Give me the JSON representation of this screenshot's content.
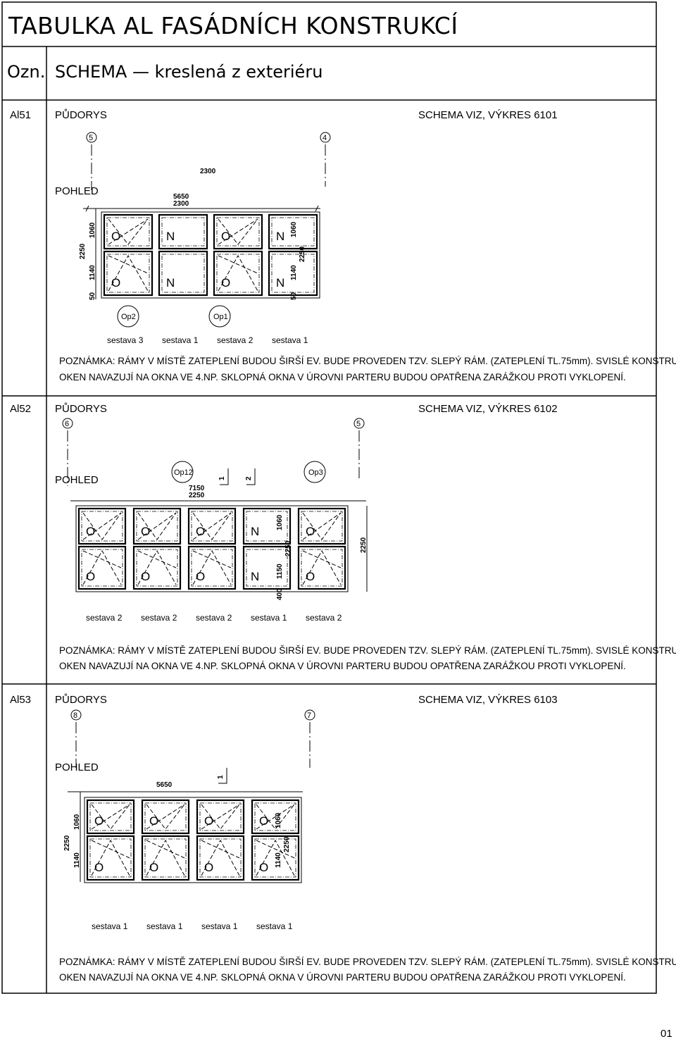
{
  "header": {
    "title": "TABULKA AL FASÁDNÍCH KONSTRUKCÍ",
    "col_ozn": "Ozn.",
    "col_schema": "SCHEMA — kreslená z exteriéru"
  },
  "page_number": "01",
  "note_line1": "POZNÁMKA: RÁMY V MÍSTĚ ZATEPLENÍ BUDOU ŠIRŠÍ EV. BUDE PROVEDEN TZV. SLEPÝ RÁM. (ZATEPLENÍ TL.75mm). SVISLÉ KONSTRUKCE",
  "note_line2": "OKEN NAVAZUJÍ NA OKNA VE 4.NP. SKLOPNÁ OKNA V ÚROVNI PARTERU BUDOU OPATŘENA ZARÁŽKOU PROTI VYKLOPENÍ.",
  "common": {
    "pudorys": "PŮDORYS",
    "pohled": "POHLED"
  },
  "al51": {
    "code": "Al51",
    "schema_ref": "SCHEMA VIZ, VÝKRES 6101",
    "grid_left": "5",
    "grid_right": "4",
    "dim_top": "2300",
    "dim_total": "5650",
    "dim_sub": "2300",
    "dim_1060": "1060",
    "dim_1140": "1140",
    "dim_2250": "2250",
    "dim_50": "50",
    "dim_r1060": "1060",
    "dim_r1140": "1140",
    "dim_r2250": "2250",
    "dim_r50": "50",
    "tag1": "Op2",
    "tag2": "Op1",
    "sestavy": [
      "sestava 3",
      "sestava 1",
      "sestava 2",
      "sestava 1"
    ],
    "win_top": [
      "O",
      "N",
      "O",
      "N"
    ],
    "win_bot": [
      "O",
      "N",
      "O",
      "N"
    ]
  },
  "al52": {
    "code": "Al52",
    "schema_ref": "SCHEMA VIZ, VÝKRES 6102",
    "grid_left": "6",
    "grid_right": "5",
    "tag1": "Op12",
    "tag2": "Op3",
    "sec1": "1",
    "sec2": "2",
    "dim_total": "7150",
    "dim_sub": "2250",
    "dim_1060": "1060",
    "dim_1150": "1150",
    "dim_2250a": "2250",
    "dim_400": "400",
    "dim_2250b": "2250",
    "sestavy": [
      "sestava 2",
      "sestava 2",
      "sestava 2",
      "sestava 1",
      "sestava 2"
    ],
    "win_top": [
      "O",
      "O",
      "O",
      "N",
      "O"
    ],
    "win_bot": [
      "O",
      "O",
      "O",
      "N",
      "O"
    ]
  },
  "al53": {
    "code": "Al53",
    "schema_ref": "SCHEMA VIZ, VÝKRES 6103",
    "grid_left": "8",
    "grid_right": "7",
    "sec1": "1",
    "dim_total": "5650",
    "dim_1060": "1060",
    "dim_1140": "1140",
    "dim_2250": "2250",
    "dim_r1060": "1060",
    "dim_r1140": "1140",
    "dim_r2250": "2250",
    "sestavy": [
      "sestava 1",
      "sestava 1",
      "sestava 1",
      "sestava 1"
    ],
    "win_top": [
      "O",
      "O",
      "O",
      "O"
    ],
    "win_bot": [
      "O",
      "O",
      "O",
      "O"
    ]
  }
}
